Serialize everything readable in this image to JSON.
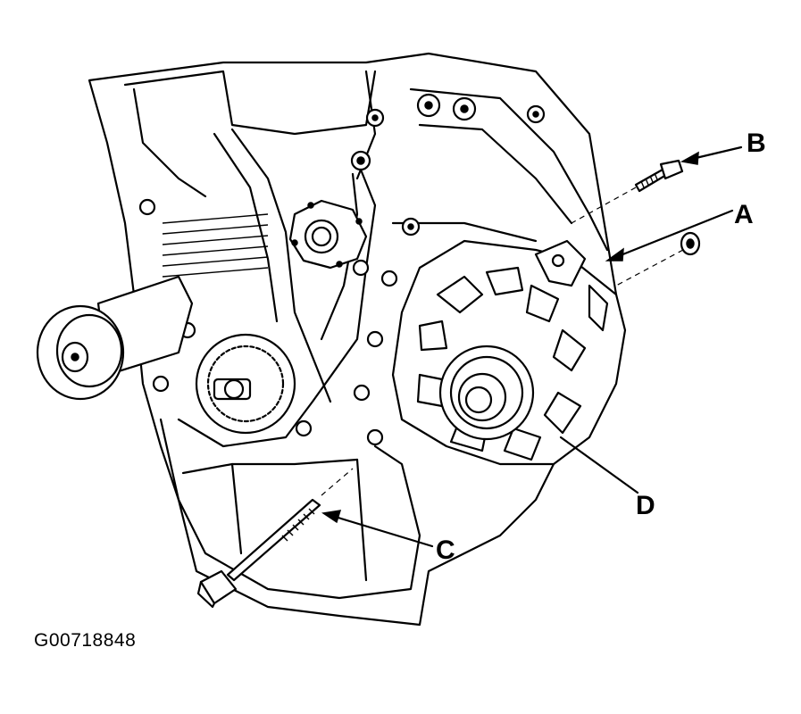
{
  "figure": {
    "id": "G00718848",
    "callouts": {
      "a": "A",
      "b": "B",
      "c": "C",
      "d": "D"
    }
  },
  "icons": [
    "alternator-icon",
    "bolt-icon",
    "nut-icon",
    "pulley-icon",
    "engine-block-icon"
  ]
}
